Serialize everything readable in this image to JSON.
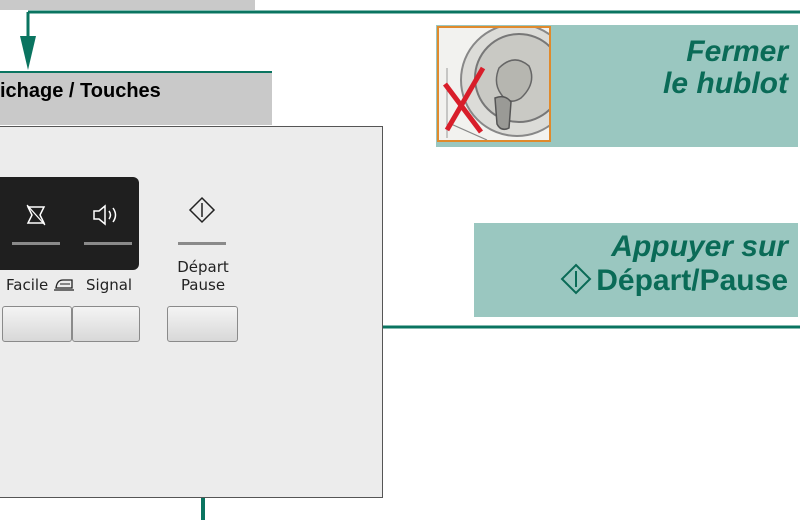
{
  "header": {
    "title": "ichage / Touches"
  },
  "display": {
    "icons": [
      {
        "name": "no-crease-icon",
        "glyph": "⌢"
      },
      {
        "name": "speaker-icon",
        "glyph": "◁))"
      }
    ]
  },
  "buttons": {
    "facile_label": "Facile",
    "signal_label": "Signal",
    "depart_label_line1": "Départ",
    "depart_label_line2": "Pause"
  },
  "callouts": {
    "close_door_line1": "Fermer",
    "close_door_line2": "le hublot",
    "press_line1": "Appuyer sur",
    "press_line2": "Départ/Pause"
  },
  "colors": {
    "accent": "#0a7460",
    "callout_bg": "#9ac7c0",
    "callout_text": "#0a6b57",
    "door_border": "#e08a2c"
  }
}
